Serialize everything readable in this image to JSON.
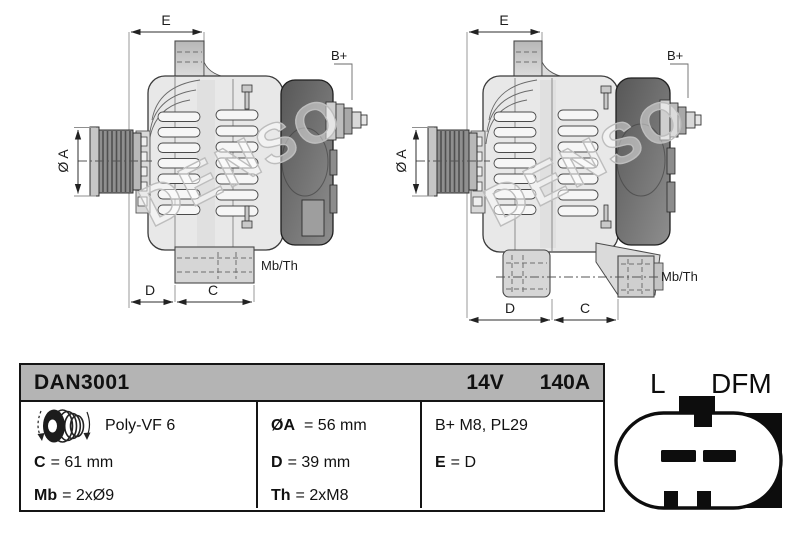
{
  "drawings": {
    "watermark": "DENSO",
    "left": {
      "dim_e": "E",
      "terminal_bplus": "B+",
      "dim_diameter": "Ø A",
      "dim_d": "D",
      "dim_c": "C",
      "mount_label": "Mb/Th"
    },
    "right": {
      "dim_e": "E",
      "terminal_bplus": "B+",
      "dim_diameter": "Ø A",
      "dim_d": "D",
      "dim_c": "C",
      "mount_label": "Mb/Th"
    }
  },
  "table": {
    "header": {
      "part_number": "DAN3001",
      "voltage": "14V",
      "current": "140A"
    },
    "col1": {
      "pulley_type": "Poly-VF 6",
      "c_label": "Mb",
      "row2_label": "C",
      "row2_value": "= 61 mm",
      "row3_label": "Mb",
      "row3_value": "= 2xØ9"
    },
    "col2": {
      "row1_label": "ØA",
      "row1_value": "= 56 mm",
      "row2_label": "D",
      "row2_value": "= 39 mm",
      "row3_label": "Th",
      "row3_value": "= 2xM8"
    },
    "col3": {
      "row1_value": "B+ M8, PL29",
      "row2_label": "E",
      "row2_value": "= D"
    }
  },
  "connector": {
    "pin_left_label": "L",
    "pin_right_label": "DFM"
  },
  "colors": {
    "table_header_bg": "#b4b4b4",
    "drawing_line": "#3a3a3a",
    "watermark": "#bdbdbd",
    "rear_cover_dark": "#5f5f5f",
    "body_light": "#e8e8e8"
  }
}
